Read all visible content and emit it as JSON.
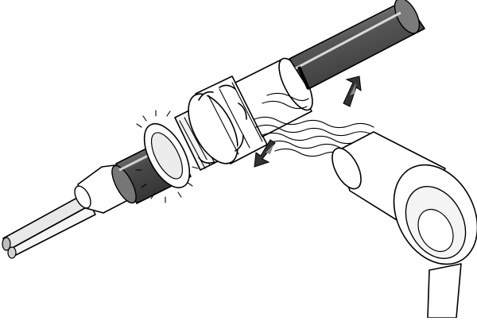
{
  "figure": {
    "watermark": "",
    "colors": {
      "cable_dark": "#3a3a3a",
      "cable_mid": "#6b6b6b",
      "highlight": "#d9d9d9",
      "outline": "#000000",
      "background": "#ffffff"
    },
    "parts": [
      "conductors",
      "insulation-sleeve",
      "cable-body",
      "locknut",
      "gland-body",
      "sealing-nut",
      "outer-sheath",
      "heat-gun"
    ],
    "arrows": [
      "move-direction-up-right",
      "move-direction-down-left"
    ]
  }
}
